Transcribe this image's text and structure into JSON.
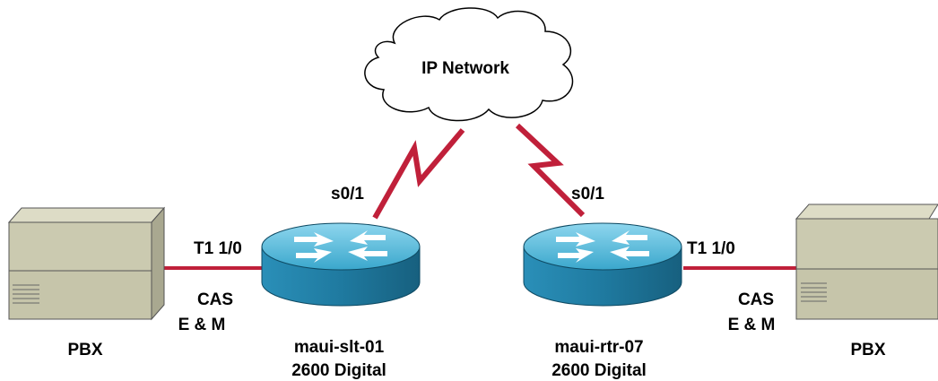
{
  "cloud": {
    "label": "IP Network"
  },
  "left_router": {
    "hostname": "maui-slt-01",
    "model": "2600 Digital",
    "serial_port": "s0/1",
    "voice_port": "T1 1/0"
  },
  "right_router": {
    "hostname": "maui-rtr-07",
    "model": "2600 Digital",
    "serial_port": "s0/1",
    "voice_port": "T1 1/0"
  },
  "left_pbx": {
    "label": "PBX",
    "signaling_line1": "CAS",
    "signaling_line2": "E & M"
  },
  "right_pbx": {
    "label": "PBX",
    "signaling_line1": "CAS",
    "signaling_line2": "E & M"
  },
  "colors": {
    "link": "#c0203a",
    "router_top": "#4fb8d8",
    "router_side": "#1f7aa0",
    "pbx_body": "#c9c8ae",
    "cloud_fill": "#ffffff"
  }
}
